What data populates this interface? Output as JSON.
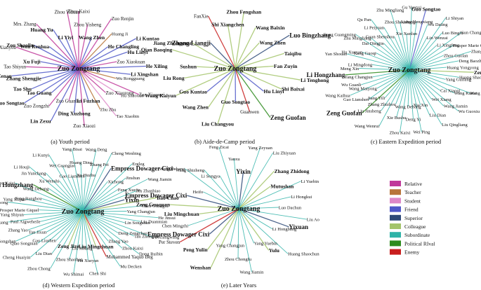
{
  "colors": {
    "Relative": "#c0399a",
    "Teacher": "#b8753a",
    "Student": "#dd88c8",
    "Friend": "#4f58c8",
    "Superior": "#2e4a78",
    "Colleague": "#a3c46a",
    "Subordinate": "#2fb3a8",
    "Political RIval": "#2e8b1e",
    "Enemy": "#c81e1e"
  },
  "legend": {
    "items": [
      "Relative",
      "Teacher",
      "Student",
      "Friend",
      "Superior",
      "Colleague",
      "Subordinate",
      "Political RIval",
      "Enemy"
    ]
  },
  "panels": [
    {
      "caption": "(a) Youth period",
      "center": "Zuo Zongtang",
      "nodes": [
        {
          "label": "Zhou Kaixi",
          "rel": "Relative"
        },
        {
          "label": "Zhou Yisheng",
          "rel": "Relative"
        },
        {
          "label": "Wang Zhen",
          "rel": "Friend"
        },
        {
          "label": "Zuo Renjin",
          "rel": "Relative"
        },
        {
          "label": "Huang Ji",
          "rel": "Teacher"
        },
        {
          "label": "He Changling",
          "rel": "Friend"
        },
        {
          "label": "Li Kuntao",
          "rel": "Friend"
        },
        {
          "label": "Hu Linyi",
          "rel": "Friend"
        },
        {
          "label": "Zuo Xiaokuan",
          "rel": "Relative"
        },
        {
          "label": "He Xiling",
          "rel": "Friend"
        },
        {
          "label": "Li Xingshan",
          "rel": "Friend"
        },
        {
          "label": "Wu Rongguang",
          "rel": "Teacher"
        },
        {
          "label": "Zuo Xiaowei",
          "rel": "Relative"
        },
        {
          "label": "Hu Shaoxun",
          "rel": "Student"
        },
        {
          "label": "Zuo Xiaozong",
          "rel": "Relative"
        },
        {
          "label": "Tao Xiaobin",
          "rel": "Student"
        },
        {
          "label": "Zhu Zhu",
          "rel": "Teacher"
        },
        {
          "label": "Li Fuzhan",
          "rel": "Friend"
        },
        {
          "label": "Zuo Xiaozi",
          "rel": "Relative"
        },
        {
          "label": "Ding Xuzhong",
          "rel": "Friend"
        },
        {
          "label": "Zuo Guanlan",
          "rel": "Relative"
        },
        {
          "label": "Lin Zexu",
          "rel": "Friend"
        },
        {
          "label": "Zuo Zongzhi",
          "rel": "Relative"
        },
        {
          "label": "Tao Guang",
          "rel": "Friend"
        },
        {
          "label": "Guo Songtao",
          "rel": "Friend"
        },
        {
          "label": "Tao Shu",
          "rel": "Friend"
        },
        {
          "label": "Zhang Shengjie",
          "rel": "Friend"
        },
        {
          "label": "Luo Zenan",
          "rel": "Friend"
        },
        {
          "label": "Tao Shiyun",
          "rel": "Relative"
        },
        {
          "label": "Xu Fuji",
          "rel": "Friend"
        },
        {
          "label": "Zuo Xiaoyou",
          "rel": "Relative"
        },
        {
          "label": "Zou Shaolin",
          "rel": "Friend"
        },
        {
          "label": "Wen Renhua",
          "rel": "Friend"
        },
        {
          "label": "Mrs. Zhang",
          "rel": "Relative"
        },
        {
          "label": "Huang Yu",
          "rel": "Friend"
        },
        {
          "label": "Li Yiyi",
          "rel": "Friend"
        },
        {
          "label": "Zhou Yiduan",
          "rel": "Relative"
        }
      ]
    },
    {
      "caption": "(b) Aide-de-Camp period",
      "center": "Zuo Zongtang",
      "nodes": [
        {
          "label": "Zhou Fengshan",
          "rel": "Colleague"
        },
        {
          "label": "Wang Baixin",
          "rel": "Colleague"
        },
        {
          "label": "Wang Zhen",
          "rel": "Colleague"
        },
        {
          "label": "Luo Bingzhang",
          "rel": "Superior"
        },
        {
          "label": "Taiqibu",
          "rel": "Colleague"
        },
        {
          "label": "Fan Zuyin",
          "rel": "Colleague"
        },
        {
          "label": "Li Tenghong",
          "rel": "Colleague"
        },
        {
          "label": "Shi Baixai",
          "rel": "Colleague"
        },
        {
          "label": "Hu Linyi",
          "rel": "Friend"
        },
        {
          "label": "Zeng Guofan",
          "rel": "Political RIval"
        },
        {
          "label": "Guanwen",
          "rel": "Enemy"
        },
        {
          "label": "Guo Songtao",
          "rel": "Friend"
        },
        {
          "label": "Liu Changyou",
          "rel": "Colleague"
        },
        {
          "label": "Wang Zhen",
          "rel": "Colleague"
        },
        {
          "label": "Guo Kuntao",
          "rel": "Friend"
        },
        {
          "label": "Wang Kaiyun",
          "rel": "Colleague"
        },
        {
          "label": "Liu Rong",
          "rel": "Colleague"
        },
        {
          "label": "Sushun",
          "rel": "Colleague"
        },
        {
          "label": "Qian Baoqing",
          "rel": "Colleague"
        },
        {
          "label": "Jiang Zhongyuan",
          "rel": "Colleague"
        },
        {
          "label": "Zhang Liangji",
          "rel": "Superior"
        },
        {
          "label": "FanXie",
          "rel": "Enemy"
        },
        {
          "label": "Shi Xiangchen",
          "rel": "Colleague"
        }
      ]
    },
    {
      "caption": "(c) Eastern Expedition period",
      "center": "Zuo Zongtang",
      "nodes": [
        {
          "label": "Guo Songtao",
          "rel": "Friend"
        },
        {
          "label": "Wu Dating",
          "rel": "Subordinate"
        },
        {
          "label": "Lin Wenzai",
          "rel": "Subordinate"
        },
        {
          "label": "Li Shiyan",
          "rel": "Subordinate"
        },
        {
          "label": "Luo Bingfu",
          "rel": "Subordinate"
        },
        {
          "label": "Li Xingfeng",
          "rel": "Subordinate"
        },
        {
          "label": "Sun Changzuo",
          "rel": "Subordinate"
        },
        {
          "label": "Prosper Marie Giquel",
          "rel": "Subordinate"
        },
        {
          "label": "Zhou Guolan",
          "rel": "Subordinate"
        },
        {
          "label": "Zhang Yueling",
          "rel": "Subordinate"
        },
        {
          "label": "Deng Baozhi",
          "rel": "Subordinate"
        },
        {
          "label": "Huang Yongyong",
          "rel": "Subordinate"
        },
        {
          "label": "Zeng Guoquan",
          "rel": "Colleague"
        },
        {
          "label": "Huang Shaochun",
          "rel": "Subordinate"
        },
        {
          "label": "Yang Guifang",
          "rel": "Subordinate"
        },
        {
          "label": "Wang Kailin",
          "rel": "Subordinate"
        },
        {
          "label": "Wang Kaitai",
          "rel": "Subordinate"
        },
        {
          "label": "Cai Xiaoqi",
          "rel": "Subordinate"
        },
        {
          "label": "Wu Guoxiu",
          "rel": "Subordinate"
        },
        {
          "label": "Wang Jiamin",
          "rel": "Subordinate"
        },
        {
          "label": "Wei Xiang",
          "rel": "Subordinate"
        },
        {
          "label": "Liu Qingliang",
          "rel": "Subordinate"
        },
        {
          "label": "Liu Dian",
          "rel": "Subordinate"
        },
        {
          "label": "Xia Xin",
          "rel": "Subordinate"
        },
        {
          "label": "Wei Ping",
          "rel": "Subordinate"
        },
        {
          "label": "Deng Yi",
          "rel": "Subordinate"
        },
        {
          "label": "Wang Debang",
          "rel": "Subordinate"
        },
        {
          "label": "Zhou Kaixi",
          "rel": "Subordinate"
        },
        {
          "label": "Xie Bushu",
          "rel": "Subordinate"
        },
        {
          "label": "Zhang Zhizhou",
          "rel": "Subordinate"
        },
        {
          "label": "Wang Wenrui",
          "rel": "Subordinate"
        },
        {
          "label": "Liu Jinsheng",
          "rel": "Subordinate"
        },
        {
          "label": "Jiang Yili",
          "rel": "Subordinate"
        },
        {
          "label": "Zeng Guofan",
          "rel": "Political RIval"
        },
        {
          "label": "Gao Lianshen",
          "rel": "Subordinate"
        },
        {
          "label": "Wang Maiyong",
          "rel": "Subordinate"
        },
        {
          "label": "Wang Kaihua",
          "rel": "Subordinate"
        },
        {
          "label": "Wu Guanli",
          "rel": "Subordinate"
        },
        {
          "label": "Yang Changjun",
          "rel": "Subordinate"
        },
        {
          "label": "Li Hongzhang",
          "rel": "Political RIval"
        },
        {
          "label": "Meng Xin",
          "rel": "Subordinate"
        },
        {
          "label": "Li Mingdong",
          "rel": "Subordinate"
        },
        {
          "label": "Yan Shouan",
          "rel": "Subordinate"
        },
        {
          "label": "Hu Xueyan",
          "rel": "Subordinate"
        },
        {
          "label": "Kang Guoqi",
          "rel": "Subordinate"
        },
        {
          "label": "Deng Guangming",
          "rel": "Subordinate"
        },
        {
          "label": "Zhu Mingliang",
          "rel": "Subordinate"
        },
        {
          "label": "Dai Dingjin",
          "rel": "Subordinate"
        },
        {
          "label": "Qu Pan",
          "rel": "Subordinate"
        },
        {
          "label": "Li Peiyuan",
          "rel": "Subordinate"
        },
        {
          "label": "Guan Shenshou",
          "rel": "Subordinate"
        },
        {
          "label": "Zhu Mingliang",
          "rel": "Subordinate"
        },
        {
          "label": "Zhou Shoushang",
          "rel": "Subordinate"
        },
        {
          "label": "Xie Xunlun",
          "rel": "Subordinate"
        },
        {
          "label": "Gu Yuanxi",
          "rel": "Subordinate"
        },
        {
          "label": "Liang Hengxiang",
          "rel": "Subordinate"
        }
      ]
    },
    {
      "caption": "(d) Western Expedition period",
      "center": "Zuo Zongtang",
      "nodes": [
        {
          "label": "Cheng Wenbing",
          "rel": "Subordinate"
        },
        {
          "label": "Empress Dowager Cixi",
          "rel": "Superior"
        },
        {
          "label": "Xichong",
          "rel": "Subordinate"
        },
        {
          "label": "Ergleg",
          "rel": "Subordinate"
        },
        {
          "label": "Jinshun",
          "rel": "Subordinate"
        },
        {
          "label": "Feng Xuejia",
          "rel": "Subordinate"
        },
        {
          "label": "Wang Jiamin",
          "rel": "Subordinate"
        },
        {
          "label": "Xu Zhanbiao",
          "rel": "Subordinate"
        },
        {
          "label": "Yixin",
          "rel": "Superior"
        },
        {
          "label": "Bao Chao",
          "rel": "Colleague"
        },
        {
          "label": "Chen Guangfu",
          "rel": "Subordinate"
        },
        {
          "label": "Yang Changjun",
          "rel": "Subordinate"
        },
        {
          "label": "He Jinsui",
          "rel": "Subordinate"
        },
        {
          "label": "Liu Duanmian",
          "rel": "Subordinate"
        },
        {
          "label": "Lin Songshan",
          "rel": "Subordinate"
        },
        {
          "label": "Fu Xiangwang",
          "rel": "Subordinate"
        },
        {
          "label": "Tan Zhonglin",
          "rel": "Subordinate"
        },
        {
          "label": "Deng Zengchao",
          "rel": "Subordinate"
        },
        {
          "label": "Dong Ruibin",
          "rel": "Subordinate"
        },
        {
          "label": "Zhou Kaixi",
          "rel": "Subordinate"
        },
        {
          "label": "Zhang Yao",
          "rel": "Subordinate"
        },
        {
          "label": "Mu Decken",
          "rel": "Subordinate"
        },
        {
          "label": "Mohammed Yaqub Beg",
          "rel": "Enemy"
        },
        {
          "label": "Liu Mingchuan",
          "rel": "Colleague"
        },
        {
          "label": "Chen Shi",
          "rel": "Subordinate"
        },
        {
          "label": "Hu Xueyan",
          "rel": "Subordinate"
        },
        {
          "label": "Liu Jintang",
          "rel": "Subordinate"
        },
        {
          "label": "Wu Shimai",
          "rel": "Subordinate"
        },
        {
          "label": "Zhou Shaolian",
          "rel": "Subordinate"
        },
        {
          "label": "Zeng Jize",
          "rel": "Colleague"
        },
        {
          "label": "Zhou Chong",
          "rel": "Subordinate"
        },
        {
          "label": "Liu Dian",
          "rel": "Subordinate"
        },
        {
          "label": "Gao Liushen",
          "rel": "Subordinate"
        },
        {
          "label": "Cheng Huaiyin",
          "rel": "Subordinate"
        },
        {
          "label": "Qiao Songnian",
          "rel": "Subordinate"
        },
        {
          "label": "Tan Jixun",
          "rel": "Subordinate"
        },
        {
          "label": "Liu Songshan",
          "rel": "Subordinate"
        },
        {
          "label": "Zhang Yao",
          "rel": "Subordinate"
        },
        {
          "label": "Paul Aigweheile",
          "rel": "Subordinate"
        },
        {
          "label": "Wei Guang",
          "rel": "Subordinate"
        },
        {
          "label": "Yang Shiyun",
          "rel": "Subordinate"
        },
        {
          "label": "Prosper Marie Giquel",
          "rel": "Subordinate"
        },
        {
          "label": "Long Jingsong",
          "rel": "Subordinate"
        },
        {
          "label": "Yang Shijun",
          "rel": "Subordinate"
        },
        {
          "label": "Feng Banghou",
          "rel": "Subordinate"
        },
        {
          "label": "Zhou Kaixi",
          "rel": "Subordinate"
        },
        {
          "label": "Li Hongzhang",
          "rel": "Political RIval"
        },
        {
          "label": "Wang Debang",
          "rel": "Subordinate"
        },
        {
          "label": "Li Houji",
          "rel": "Subordinate"
        },
        {
          "label": "Jin Yunchang",
          "rel": "Subordinate"
        },
        {
          "label": "Xu Wenshi",
          "rel": "Subordinate"
        },
        {
          "label": "Li Kunyi",
          "rel": "Subordinate"
        },
        {
          "label": "Wei Guangtao",
          "rel": "Subordinate"
        },
        {
          "label": "Gao Lianshen",
          "rel": "Subordinate"
        },
        {
          "label": "Yang Bisai",
          "rel": "Subordinate"
        },
        {
          "label": "Huang Ding",
          "rel": "Subordinate"
        },
        {
          "label": "Xu Huzhu",
          "rel": "Subordinate"
        },
        {
          "label": "Wang Deng",
          "rel": "Subordinate"
        },
        {
          "label": "Zhang Pei",
          "rel": "Subordinate"
        }
      ]
    },
    {
      "caption": "(e) Later Years",
      "center": "Zuo Zongtang",
      "nodes": [
        {
          "label": "Liu Zhiyuan",
          "rel": "Subordinate"
        },
        {
          "label": "Zhang Zhidong",
          "rel": "Colleague"
        },
        {
          "label": "Mutushan",
          "rel": "Colleague"
        },
        {
          "label": "Li Yuebin",
          "rel": "Subordinate"
        },
        {
          "label": "Li Hongkui",
          "rel": "Subordinate"
        },
        {
          "label": "Luo Dachun",
          "rel": "Subordinate"
        },
        {
          "label": "Liu Ao",
          "rel": "Subordinate"
        },
        {
          "label": "Yixuan",
          "rel": "Superior"
        },
        {
          "label": "Li Hongbang",
          "rel": "Subordinate"
        },
        {
          "label": "Huang Shaochun",
          "rel": "Subordinate"
        },
        {
          "label": "Yulu",
          "rel": "Colleague"
        },
        {
          "label": "Yang Yuebin",
          "rel": "Subordinate"
        },
        {
          "label": "Wang Jiamin",
          "rel": "Subordinate"
        },
        {
          "label": "Zhou Chongfu",
          "rel": "Subordinate"
        },
        {
          "label": "Yang Changjun",
          "rel": "Subordinate"
        },
        {
          "label": "Wenshan",
          "rel": "Colleague"
        },
        {
          "label": "Peng Yulin",
          "rel": "Colleague"
        },
        {
          "label": "Empress Dowager Cixi",
          "rel": "Superior"
        },
        {
          "label": "Per Steven",
          "rel": "Enemy"
        },
        {
          "label": "Chen Mingzhi",
          "rel": "Subordinate"
        },
        {
          "label": "Liu Mingchuan",
          "rel": "Colleague"
        },
        {
          "label": "Zeng Guoquan",
          "rel": "Colleague"
        },
        {
          "label": "Empress Dowager Cixi",
          "rel": "Superior"
        },
        {
          "label": "Heifo",
          "rel": "Subordinate"
        },
        {
          "label": "Wang Debang",
          "rel": "Subordinate"
        },
        {
          "label": "Wang Shizheng",
          "rel": "Subordinate"
        },
        {
          "label": "Li Songya",
          "rel": "Subordinate"
        },
        {
          "label": "Feng Zicai",
          "rel": "Subordinate"
        },
        {
          "label": "Yanxu",
          "rel": "Subordinate"
        },
        {
          "label": "Yixin",
          "rel": "Superior"
        },
        {
          "label": "Yang Zeyuan",
          "rel": "Subordinate"
        }
      ]
    }
  ]
}
